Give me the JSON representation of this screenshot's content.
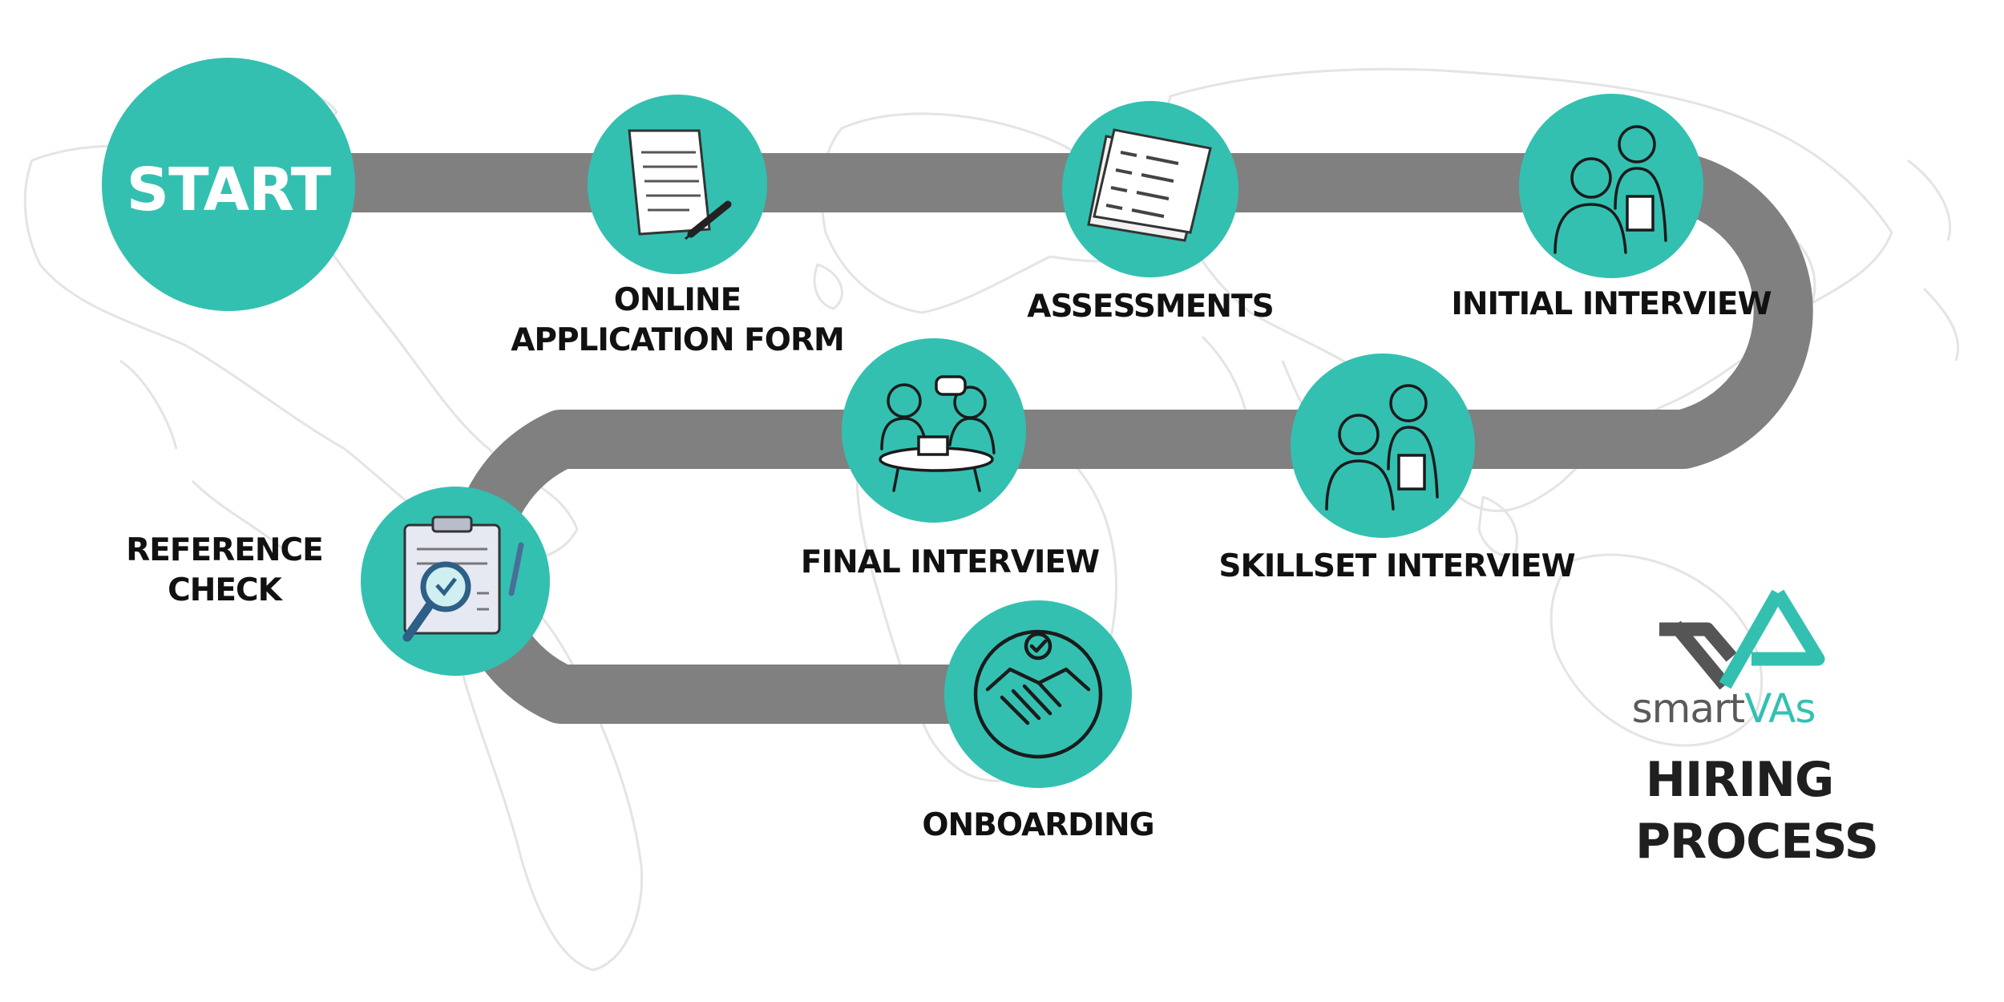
{
  "colors": {
    "teal": "#33c0b1",
    "road": "#808080",
    "map": "#e6e6e6",
    "text": "#111111",
    "brand_gray": "#5a5a5a"
  },
  "start": {
    "label": "START"
  },
  "steps": [
    {
      "lines": [
        "ONLINE",
        "APPLICATION FORM"
      ],
      "icon": "document-pen-icon"
    },
    {
      "lines": [
        "ASSESSMENTS"
      ],
      "icon": "papers-stack-icon"
    },
    {
      "lines": [
        "INITIAL INTERVIEW"
      ],
      "icon": "interview-people-icon"
    },
    {
      "lines": [
        "SKILLSET INTERVIEW"
      ],
      "icon": "interview-clipboard-icon"
    },
    {
      "lines": [
        "FINAL INTERVIEW"
      ],
      "icon": "meeting-table-icon"
    },
    {
      "lines": [
        "REFERENCE",
        "CHECK"
      ],
      "icon": "clipboard-magnifier-icon"
    },
    {
      "lines": [
        "ONBOARDING"
      ],
      "icon": "handshake-icon"
    }
  ],
  "brand": {
    "name_part1": "smart",
    "name_part2": "VAs",
    "logo": "smartvas-logo-icon"
  },
  "title_lines": [
    "HIRING",
    "PROCESS"
  ]
}
